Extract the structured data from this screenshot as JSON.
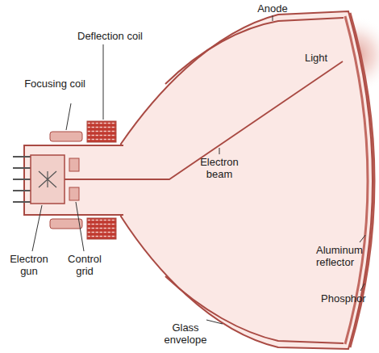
{
  "diagram": {
    "labels": [
      "Anode",
      "Deflection coil",
      "Focusing coil",
      "Light",
      "Electron beam",
      "Aluminum reflector",
      "Phosphor",
      "Electron gun",
      "Control grid",
      "Glass envelope"
    ]
  }
}
